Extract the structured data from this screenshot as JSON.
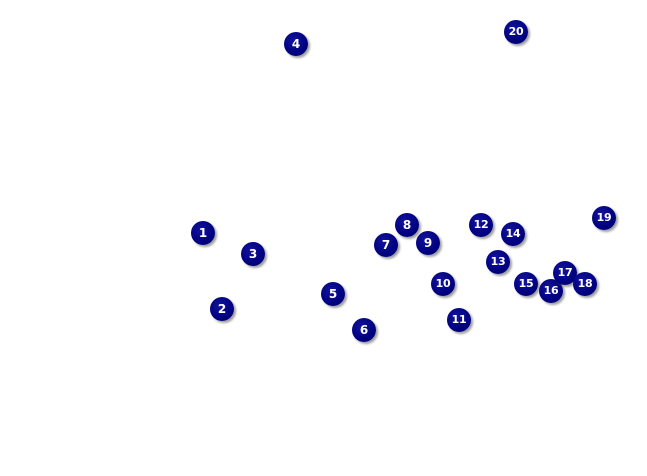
{
  "markers": [
    {
      "label": "1"
    },
    {
      "label": "2"
    },
    {
      "label": "3"
    },
    {
      "label": "4"
    },
    {
      "label": "5"
    },
    {
      "label": "6"
    },
    {
      "label": "7"
    },
    {
      "label": "8"
    },
    {
      "label": "9"
    },
    {
      "label": "10"
    },
    {
      "label": "11"
    },
    {
      "label": "12"
    },
    {
      "label": "13"
    },
    {
      "label": "14"
    },
    {
      "label": "15"
    },
    {
      "label": "16"
    },
    {
      "label": "17"
    },
    {
      "label": "18"
    },
    {
      "label": "19"
    },
    {
      "label": "20"
    }
  ],
  "colors": {
    "marker_fill": "#000080",
    "marker_text": "#ffffff",
    "background": "#ffffff"
  }
}
